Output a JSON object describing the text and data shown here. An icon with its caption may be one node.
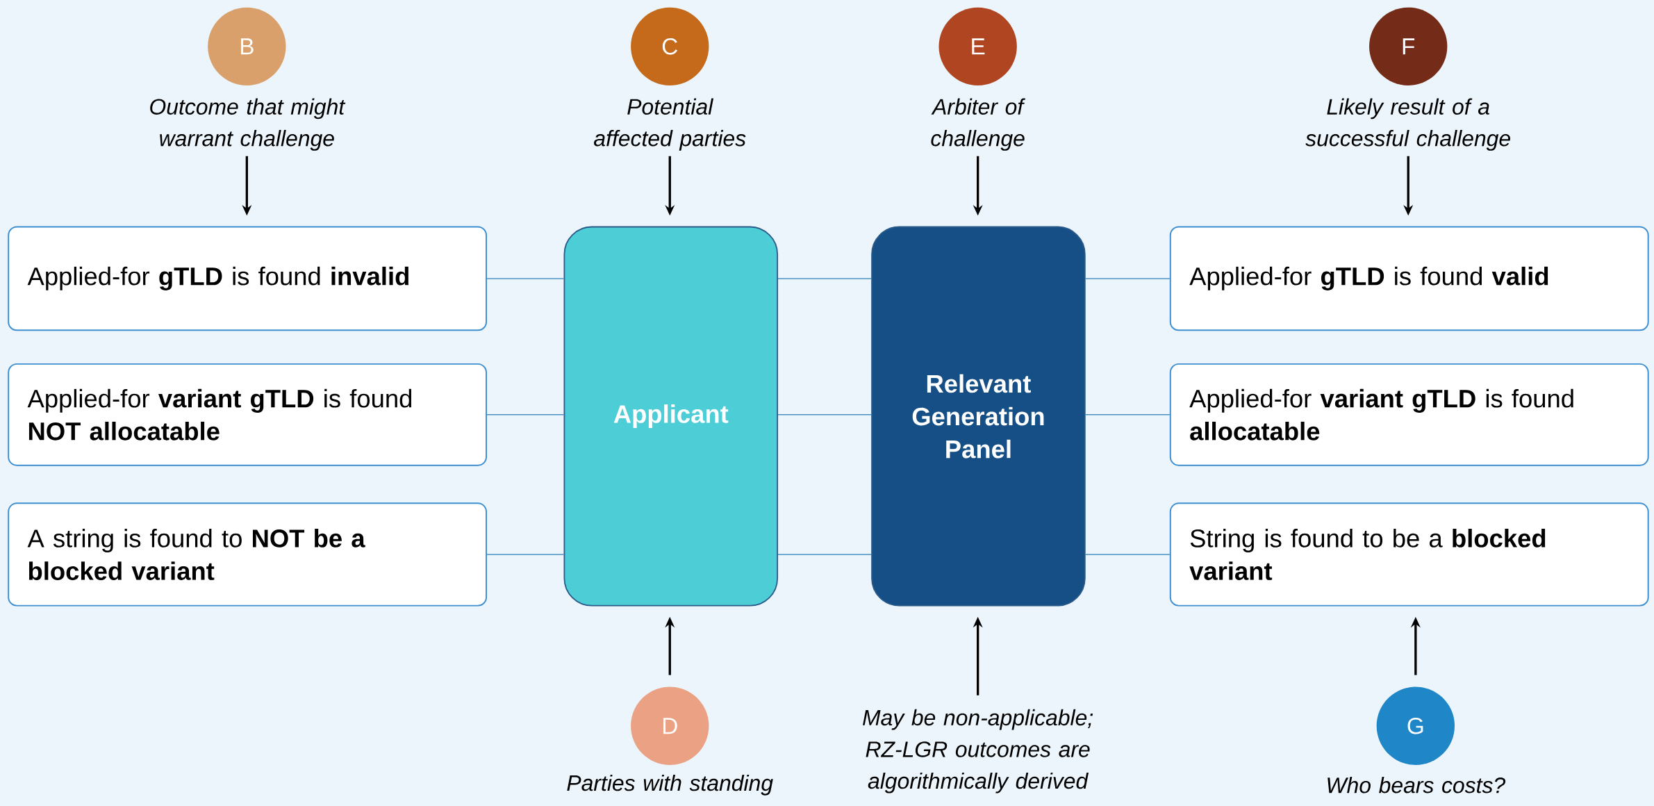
{
  "diagram": {
    "nodes": [
      {
        "text": [
          "B"
        ]
      },
      {
        "text": [
          "C"
        ]
      },
      {
        "text": [
          "E"
        ]
      },
      {
        "text": [
          "F"
        ]
      },
      {
        "text": [
          "Outcome that might warrant challenge"
        ]
      },
      {
        "text": [
          "Potential affected parties"
        ]
      },
      {
        "text": [
          "Arbiter of challenge"
        ]
      },
      {
        "text": [
          "Likely result of a successful challenge"
        ]
      },
      {
        "text": [
          "Applied-for **gTLD** is found **invalid**"
        ]
      },
      {
        "text": [
          "Applicant"
        ]
      },
      {
        "text": [
          "Relevant Generation Panel"
        ]
      },
      {
        "text": [
          "Applied-for **gTLD** is found **valid**"
        ]
      },
      {
        "text": [
          "Applied-for **variant gTLD** is found **NOT allocatable**"
        ]
      },
      {
        "text": [
          "Applied-for **variant gTLD** is found **allocatable**"
        ]
      },
      {
        "text": [
          "A string is found to **NOT be a blocked variant**"
        ]
      },
      {
        "text": [
          "String is found to be a **blocked variant**"
        ]
      },
      {
        "text": [
          "D"
        ]
      },
      {
        "text": [
          "May be non-applicable; RZ-LGR outcomes are algorithmically derived"
        ]
      },
      {
        "text": [
          "G"
        ]
      },
      {
        "text": [
          "Parties with standing"
        ]
      },
      {
        "text": [
          "Who bears costs?"
        ]
      }
    ],
    "edges": [
      {
        "from": 4,
        "to": 8,
        "arrow": "to",
        "color": "#000000"
      },
      {
        "from": 5,
        "to": 9,
        "arrow": "to",
        "color": "#000000"
      },
      {
        "from": 6,
        "to": 10,
        "arrow": "to",
        "color": "#000000"
      },
      {
        "from": 7,
        "to": 11,
        "arrow": "to",
        "color": "#000000"
      },
      {
        "from": 8,
        "to": 9,
        "arrow": "none"
      },
      {
        "from": 12,
        "to": 9,
        "arrow": "none"
      },
      {
        "from": 14,
        "to": 9,
        "arrow": "none"
      },
      {
        "from": 9,
        "to": 10,
        "arrow": "none"
      },
      {
        "from": 9,
        "to": 10,
        "arrow": "none"
      },
      {
        "from": 9,
        "to": 10,
        "arrow": "none"
      },
      {
        "from": 10,
        "to": 11,
        "arrow": "none"
      },
      {
        "from": 10,
        "to": 13,
        "arrow": "none"
      },
      {
        "from": 10,
        "to": 15,
        "arrow": "none"
      },
      {
        "from": 16,
        "to": 9,
        "arrow": "to",
        "color": "#000000"
      },
      {
        "from": 17,
        "to": 10,
        "arrow": "to",
        "color": "#000000"
      },
      {
        "from": 18,
        "to": 15,
        "arrow": "to",
        "color": "#000000"
      }
    ]
  }
}
